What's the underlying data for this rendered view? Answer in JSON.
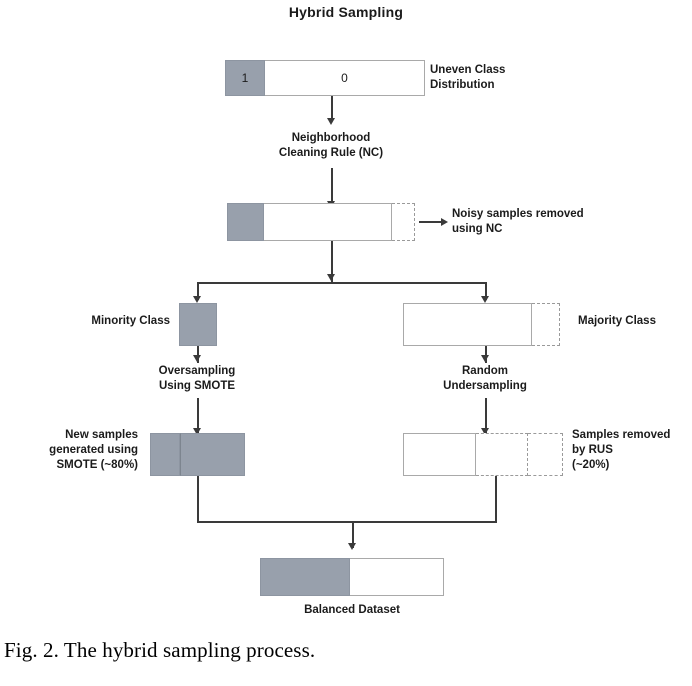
{
  "figure": {
    "title": "Hybrid Sampling",
    "caption": "Fig. 2. The hybrid sampling process."
  },
  "colors": {
    "minority_fill": "#98a0ac",
    "majority_fill": "#ffffff",
    "box_stroke": "#a9a9a9",
    "arrow_stroke": "#3a3a3a",
    "removed_stroke": "#9a9a9a",
    "text": "#1b1b1b"
  },
  "stages": {
    "uneven": {
      "label": "Uneven Class\nDistribution",
      "minority_segment_text": "1",
      "majority_segment_text": "0"
    },
    "nc_step": {
      "label": "Neighborhood\nCleaning Rule (NC)"
    },
    "cleaned": {
      "removed_label": "Noisy samples removed\nusing NC"
    },
    "minority_branch": {
      "label": "Minority Class",
      "method_label": "Oversampling\nUsing SMOTE",
      "result_label": "New samples\ngenerated using\nSMOTE (~80%)"
    },
    "majority_branch": {
      "label": "Majority Class",
      "method_label": "Random\nUndersampling",
      "result_label": "Samples removed\nby RUS\n(~20%)"
    },
    "final": {
      "label": "Balanced Dataset"
    }
  }
}
